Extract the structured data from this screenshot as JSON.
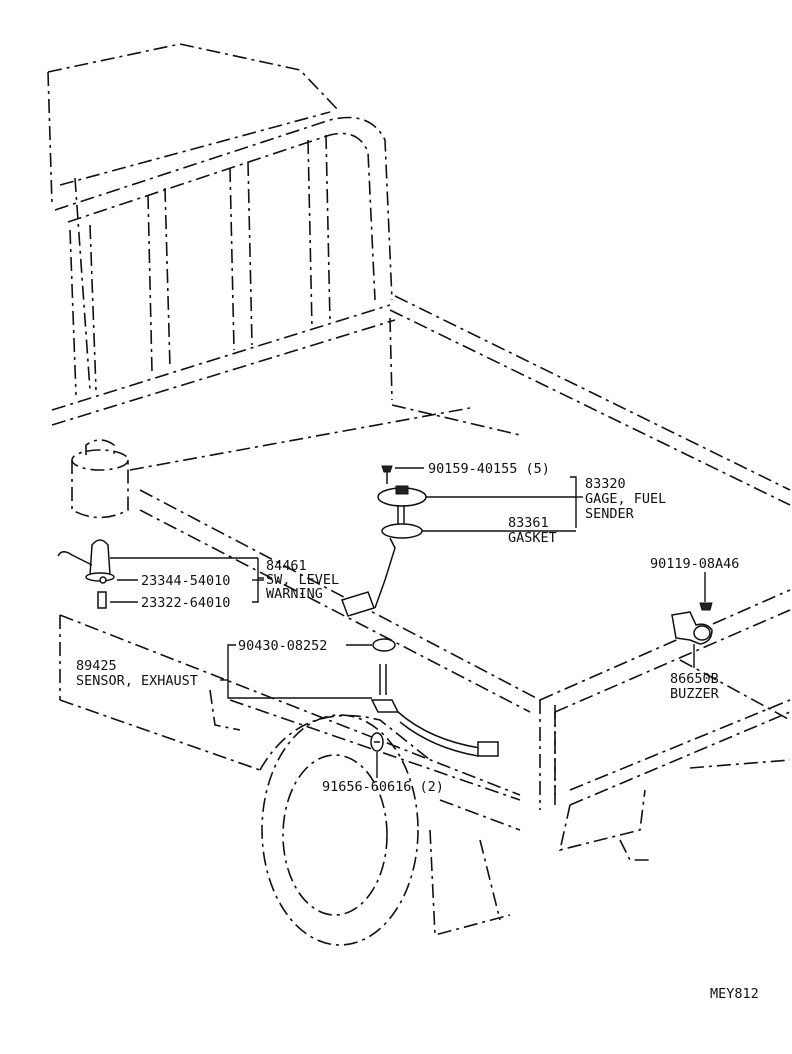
{
  "labels": {
    "p90159": "90159-40155 (5)",
    "p83320": "83320",
    "gage_fuel": "GAGE, FUEL",
    "sender": "SENDER",
    "p83361": "83361",
    "gasket": "GASKET",
    "p84461": "84461",
    "sw_level": "SW, LEVEL",
    "warning": "WARNING",
    "p23344": "23344-54010",
    "p23322": "23322-64010",
    "p90119": "90119-08A46",
    "p90430": "90430-08252",
    "p89425": "89425",
    "sensor_exhaust": "SENSOR, EXHAUST",
    "p86650b": "86650B",
    "buzzer": "BUZZER",
    "p91656": "91656-60616 (2)",
    "code": "MEY812"
  }
}
